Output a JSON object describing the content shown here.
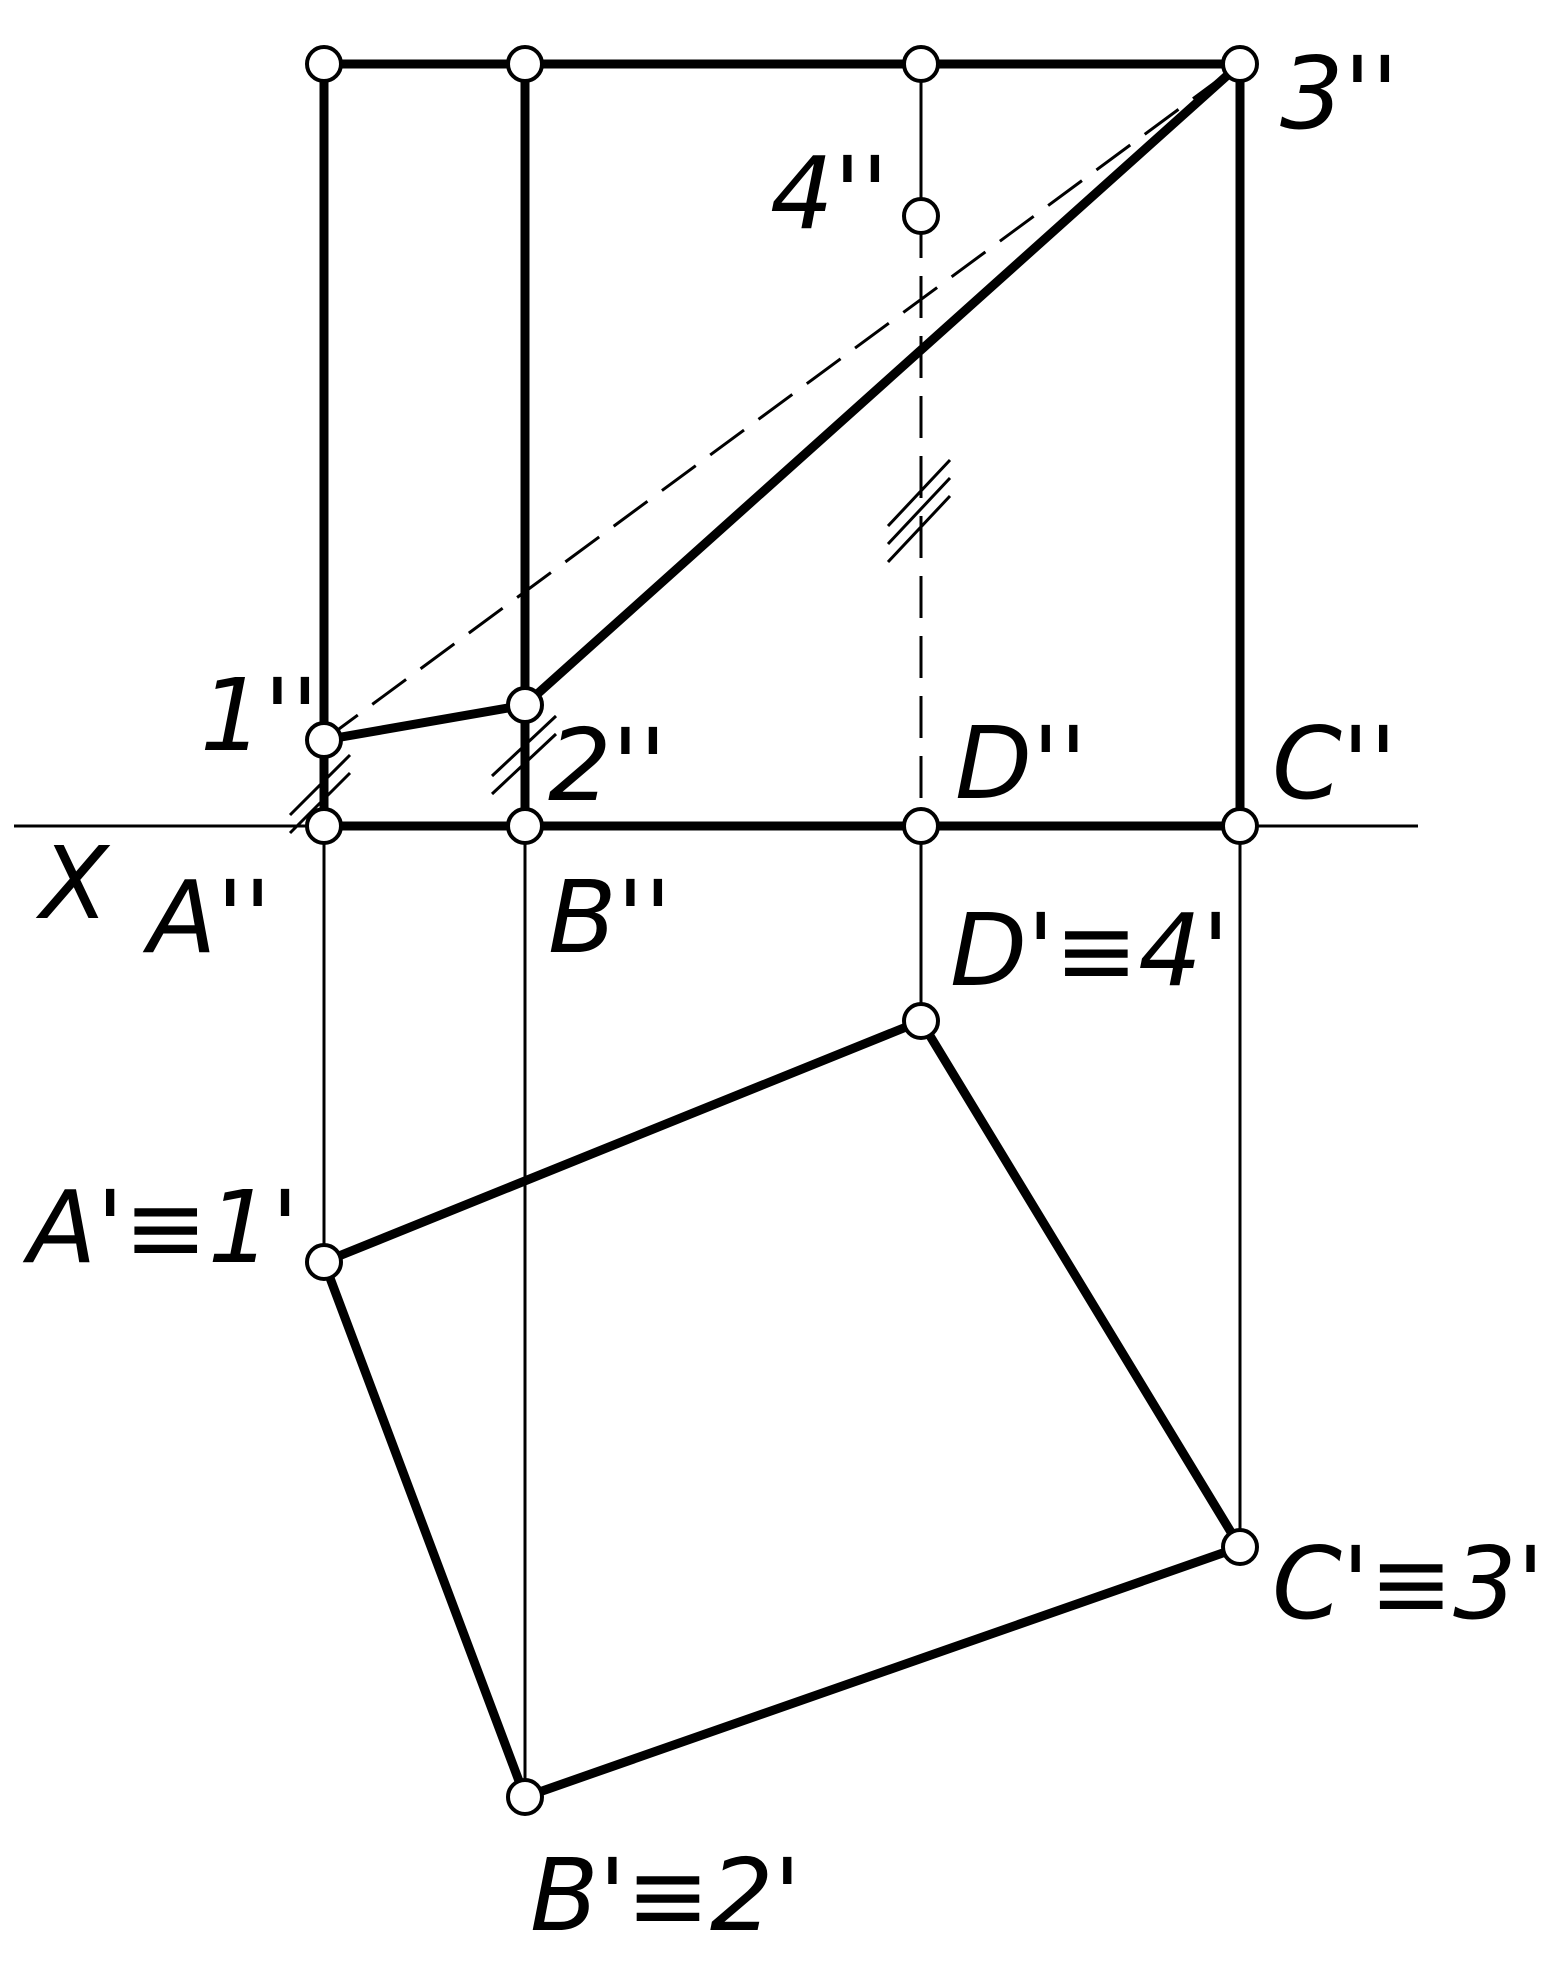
{
  "diagram": {
    "axis_label": "X",
    "labels": {
      "p3_front": "3''",
      "p4_front": "4''",
      "p1_front": "1''",
      "p2_front": "2''",
      "d_front": "D''",
      "c_front": "C''",
      "a_front": "A''",
      "b_front": "B''",
      "d_top": "D'≡4'",
      "a_top": "A'≡1'",
      "c_top": "C'≡3'",
      "b_top": "B'≡2'"
    }
  }
}
